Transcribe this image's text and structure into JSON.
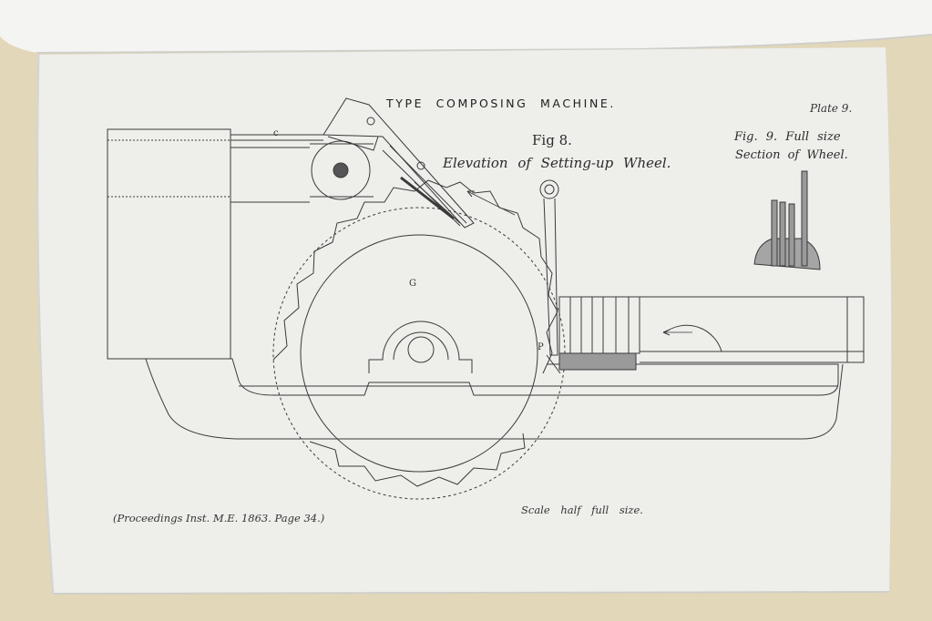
{
  "plate": {
    "title": "TYPE COMPOSING MACHINE.",
    "plate_number": "Plate 9.",
    "figure8": {
      "heading": "Fig 8.",
      "caption": "Elevation of Setting-up Wheel."
    },
    "figure9": {
      "heading": "Fig. 9. Full size",
      "caption": "Section of Wheel."
    },
    "labels": {
      "wheel": "G",
      "pawl": "P",
      "chute": "c"
    },
    "proceedings": "(Proceedings Inst. M.E. 1863. Page 34.)",
    "scale": "Scale half full size."
  },
  "colors": {
    "background_card": "#e2d7b9",
    "page": "#efefec",
    "ink": "#2a2a2a"
  }
}
